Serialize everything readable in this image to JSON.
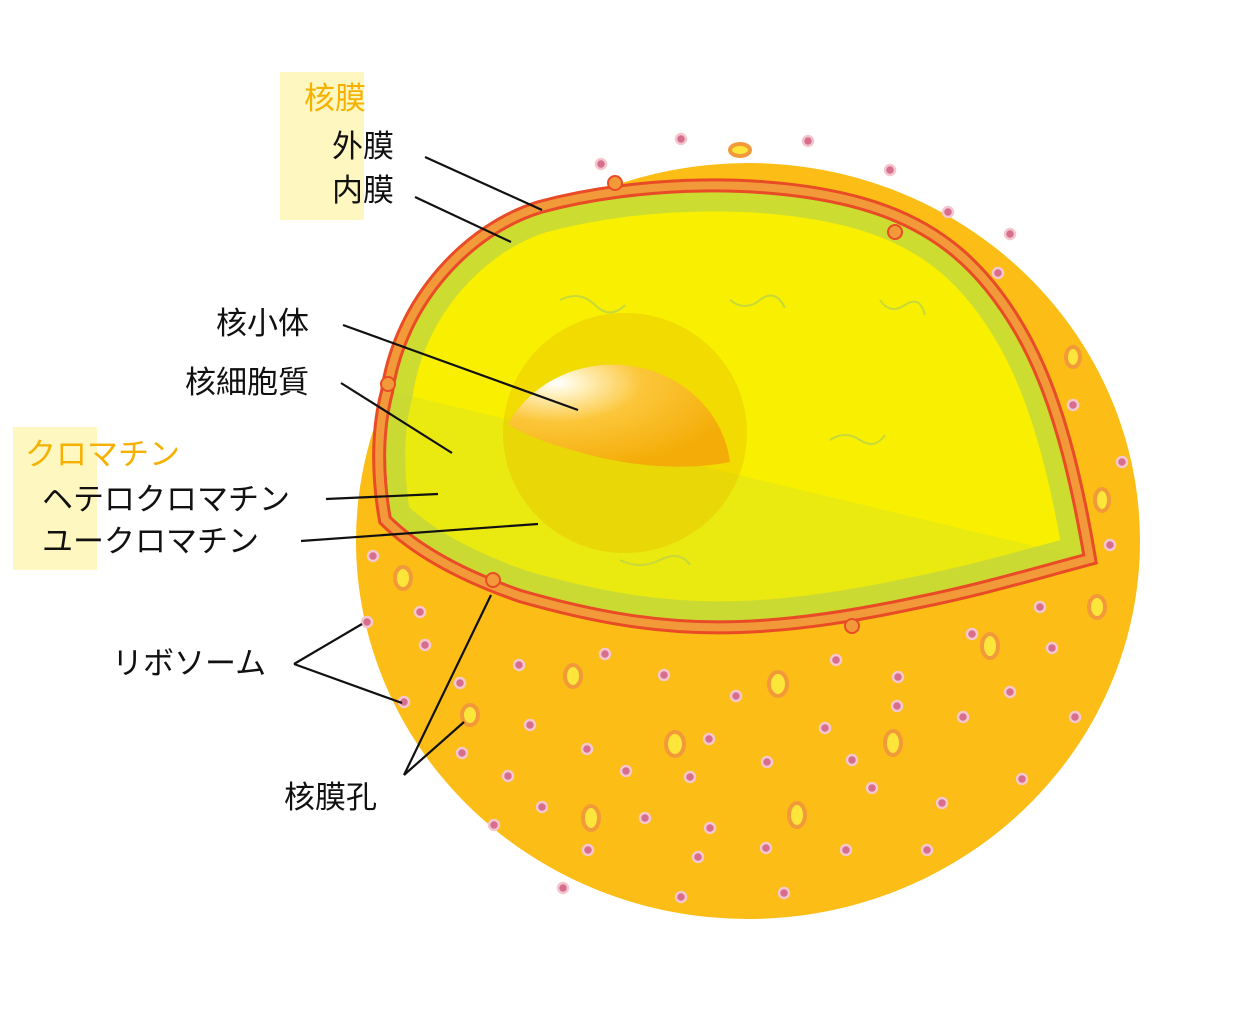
{
  "labels": {
    "nuclear_envelope": "核膜",
    "outer_membrane": "外膜",
    "inner_membrane": "内膜",
    "nucleolus": "核小体",
    "nucleoplasm": "核細胞質",
    "chromatin": "クロマチン",
    "heterochromatin": "ヘテロクロマチン",
    "euchromatin": "ユークロマチン",
    "ribosome": "リボソーム",
    "nuclear_pore": "核膜孔"
  },
  "colors": {
    "background": "#ffffff",
    "cytoplasm": "#fbbd16",
    "nucleoplasm": "#f8f000",
    "heterochromatin": "#c6d83a",
    "membrane": "#e84b25",
    "membrane_fill": "#f29a3a",
    "nucleolus": "#f9bd12",
    "group_label": "#f6b100",
    "group_highlight": "#fef7c0",
    "ribosome": "#d86e8e",
    "text": "#111111"
  }
}
